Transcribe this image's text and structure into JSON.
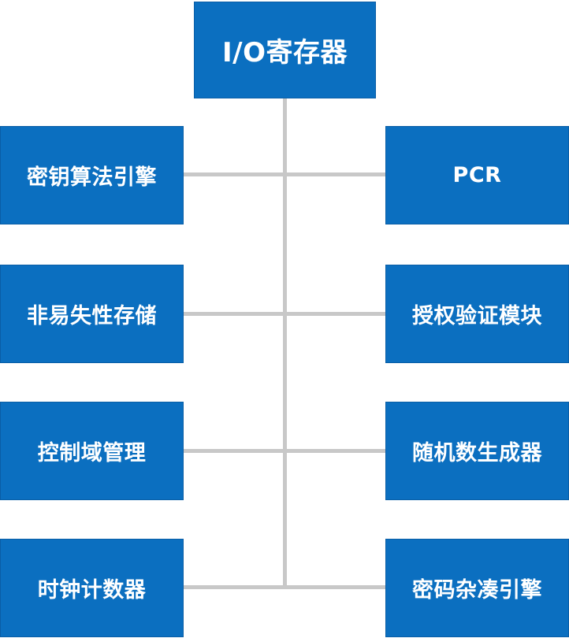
{
  "diagram": {
    "top_box": "I/O寄存器",
    "left_boxes": [
      "密钥算法引擎",
      "非易失性存储",
      "控制域管理",
      "时钟计数器"
    ],
    "right_boxes": [
      "PCR",
      "授权验证模块",
      "随机数生成器",
      "密码杂凑引擎"
    ],
    "colors": {
      "box_fill": "#0b6fc0",
      "text": "#ffffff",
      "connector": "#c8c8c8"
    }
  }
}
